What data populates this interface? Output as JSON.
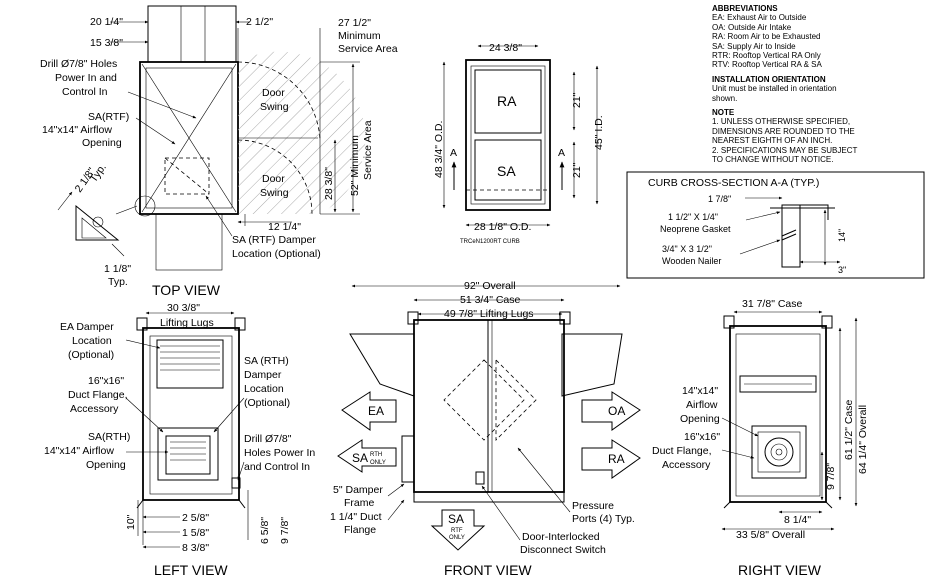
{
  "notes": {
    "abbrev_title": "ABBREVIATIONS",
    "abbreviations": [
      "EA: Exhaust Air to Outside",
      "OA: Outside Air Intake",
      "RA: Room Air to be Exhausted",
      "SA: Supply Air to Inside",
      "RTR: Rooftop Vertical RA Only",
      "RTV: Rooftop Vertical RA & SA"
    ],
    "orientation_title": "INSTALLATION ORIENTATION",
    "orientation_lines": [
      "Unit must be installed in orientation",
      "shown."
    ],
    "note_title": "NOTE",
    "note_lines": [
      "1. UNLESS OTHERWISE SPECIFIED,",
      "DIMENSIONS ARE ROUNDED TO THE",
      "NEAREST EIGHTH OF AN INCH.",
      "2. SPECIFICATIONS MAY BE SUBJECT",
      "TO CHANGE WITHOUT NOTICE."
    ]
  },
  "top_view": {
    "title": "TOP VIEW",
    "dims": {
      "d_20_1_4": "20 1/4\"",
      "d_2_1_2": "2 1/2\"",
      "d_15_3_8": "15 3/8\"",
      "d_27_1_2": "27 1/2\"",
      "d_28_3_8": "28 3/8\"",
      "d_12_1_4": "12 1/4\"",
      "d_52": "52\" Minimum",
      "d_52b": "Service Area",
      "d_2_1_8": "2 1/8\"",
      "typ1": "Typ.",
      "d_1_1_8": "1 1/8\"",
      "typ2": "Typ."
    },
    "labels": {
      "min_service_1": "Minimum",
      "min_service_2": "Service Area",
      "drill_1": "Drill Ø7/8\" Holes",
      "drill_2": "Power In and",
      "drill_3": "Control In",
      "sa_rtf_1": "SA(RTF)",
      "sa_rtf_2": "14\"x14\" Airflow",
      "sa_rtf_3": "Opening",
      "door_swing_1a": "Door",
      "door_swing_1b": "Swing",
      "door_swing_2a": "Door",
      "door_swing_2b": "Swing",
      "damper_1": "SA (RTF) Damper",
      "damper_2": "Location (Optional)"
    }
  },
  "curb": {
    "dims": {
      "w_top": "24 3/8\"",
      "od_left": "48 3/4\" O.D.",
      "id_right": "45\" I.D.",
      "d_21_top": "21\"",
      "d_21_bot": "21\"",
      "w_bottom": "28 1/8\" O.D."
    },
    "ra_label": "RA",
    "sa_label": "SA",
    "section_mark_left": "A",
    "section_mark_right": "A",
    "model": "TRCeN1200RT CURB"
  },
  "curb_section": {
    "title": "CURB CROSS-SECTION A-A (TYP.)",
    "d_1_7_8": "1 7/8\"",
    "gasket_1": "1 1/2\" X 1/4\"",
    "gasket_2": "Neoprene Gasket",
    "nailer_1": "3/4\" X 3 1/2\"",
    "nailer_2": "Wooden Nailer",
    "d_14": "14\"",
    "d_3": "3\""
  },
  "left_view": {
    "title": "LEFT VIEW",
    "dims": {
      "lugs_1": "30 3/8\"",
      "lugs_2": "Lifting Lugs",
      "d_10": "10\"",
      "d_2_5_8": "2 5/8\"",
      "d_1_5_8": "1 5/8\"",
      "d_8_3_8": "8 3/8\"",
      "d_6_5_8": "6 5/8\"",
      "d_9_7_8": "9 7/8\""
    },
    "labels": {
      "ea_damper_1": "EA Damper",
      "ea_damper_2": "Location",
      "ea_damper_3": "(Optional)",
      "duct_1": "16\"x16\"",
      "duct_2": "Duct Flange,",
      "duct_3": "Accessory",
      "sa_rth_1": "SA(RTH)",
      "sa_rth_2": "14\"x14\" Airflow",
      "sa_rth_3": "Opening",
      "sa_rth_damper_1": "SA (RTH)",
      "sa_rth_damper_2": "Damper",
      "sa_rth_damper_3": "Location",
      "sa_rth_damper_4": "(Optional)",
      "drill_1": "Drill Ø7/8\"",
      "drill_2": "Holes Power In",
      "drill_3": "and Control In"
    }
  },
  "front_view": {
    "title": "FRONT VIEW",
    "dims": {
      "overall": "92\" Overall",
      "case": "51 3/4\" Case",
      "lugs": "49 7/8\" Lifting Lugs"
    },
    "arrows": {
      "ea": "EA",
      "sa": "SA",
      "sa_sub_1": "RTH",
      "sa_sub_2": "ONLY",
      "oa": "OA",
      "ra": "RA",
      "sa_down": "SA",
      "sa_down_sub_1": "RTF",
      "sa_down_sub_2": "ONLY"
    },
    "labels": {
      "damper_frame_1": "5\" Damper",
      "damper_frame_2": "Frame",
      "duct_flange_1": "1 1/4\" Duct",
      "duct_flange_2": "Flange",
      "pressure_1": "Pressure",
      "pressure_2": "Ports (4) Typ.",
      "door_1": "Door-Interlocked",
      "door_2": "Disconnect Switch"
    }
  },
  "right_view": {
    "title": "RIGHT VIEW",
    "dims": {
      "case": "31 7/8\" Case",
      "d_61": "61 1/2\" Case",
      "d_64": "64 1/4\" Overall",
      "d_9_7_8": "9 7/8\"",
      "d_8_1_4": "8 1/4\"",
      "overall": "33 5/8\" Overall"
    },
    "labels": {
      "airflow_1": "14\"x14\"",
      "airflow_2": "Airflow",
      "airflow_3": "Opening",
      "flange_1": "16\"x16\"",
      "flange_2": "Duct Flange,",
      "flange_3": "Accessory"
    }
  }
}
